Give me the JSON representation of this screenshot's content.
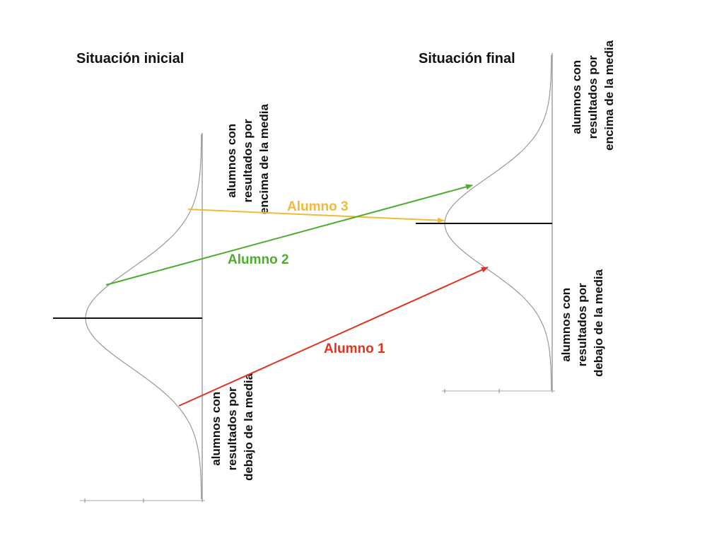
{
  "initial": {
    "title": "Situación inicial",
    "above_label": [
      "alumnos con",
      "resultados por",
      "encima de la media"
    ],
    "below_label": [
      "alumnos con",
      "resultados por",
      "debajo de la media"
    ]
  },
  "final": {
    "title": "Situación final",
    "above_label": [
      "alumnos con",
      "resultados por",
      "encima de la media"
    ],
    "below_label": [
      "alumnos con",
      "resultados por",
      "debajo de la media"
    ]
  },
  "students": [
    {
      "label": "Alumno 1",
      "color": "#e0341f"
    },
    {
      "label": "Alumno 2",
      "color": "#4cae2c"
    },
    {
      "label": "Alumno 3",
      "color": "#f0b93a"
    }
  ],
  "colors": {
    "curve": "#9a9a9a",
    "axis": "#8a8a8a",
    "mean": "#111111"
  }
}
